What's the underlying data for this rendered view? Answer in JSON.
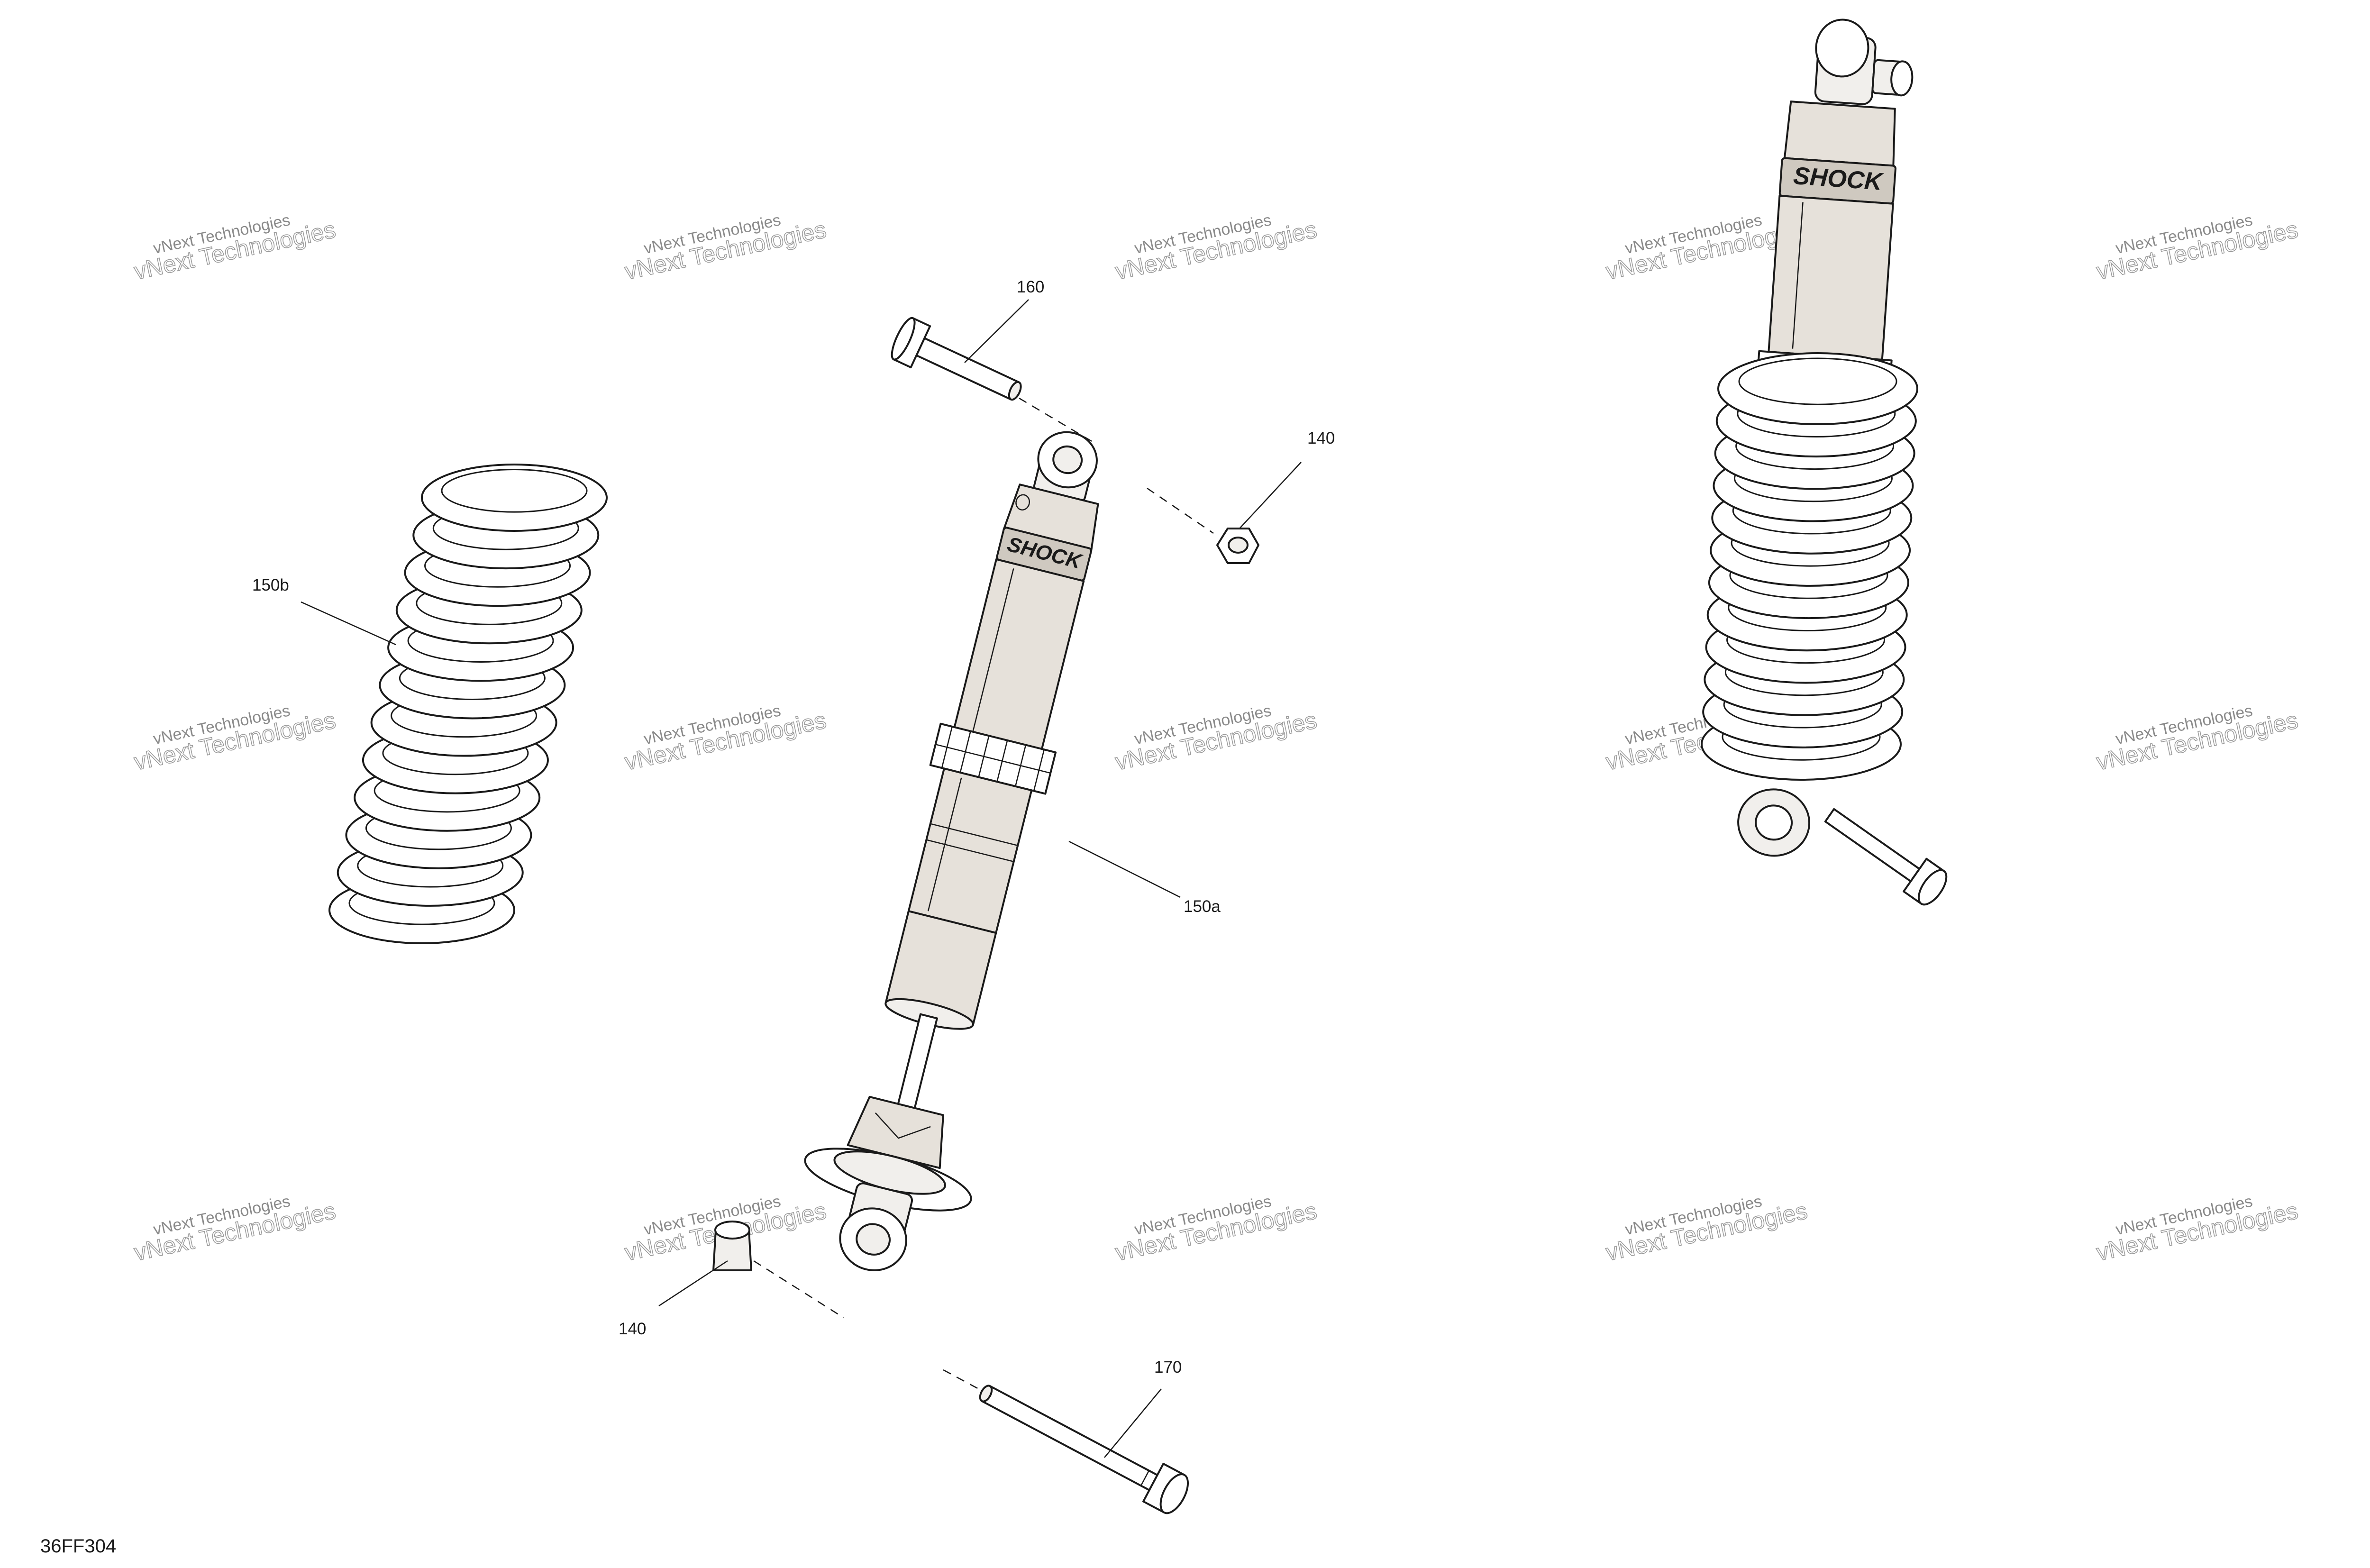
{
  "callouts": {
    "c160": "160",
    "c140_top": "140",
    "c150b": "150b",
    "c150a": "150a",
    "c140_bottom": "140",
    "c170": "170"
  },
  "figure_code": "36FF304",
  "watermark": {
    "line1": "vNext Technologies",
    "line2": "vNext Technologies"
  },
  "shock_label": "SHOCK",
  "colors": {
    "line": "#1a1a1a",
    "shock_body": "#e6e1da",
    "watermark": "#8a8a8a"
  }
}
